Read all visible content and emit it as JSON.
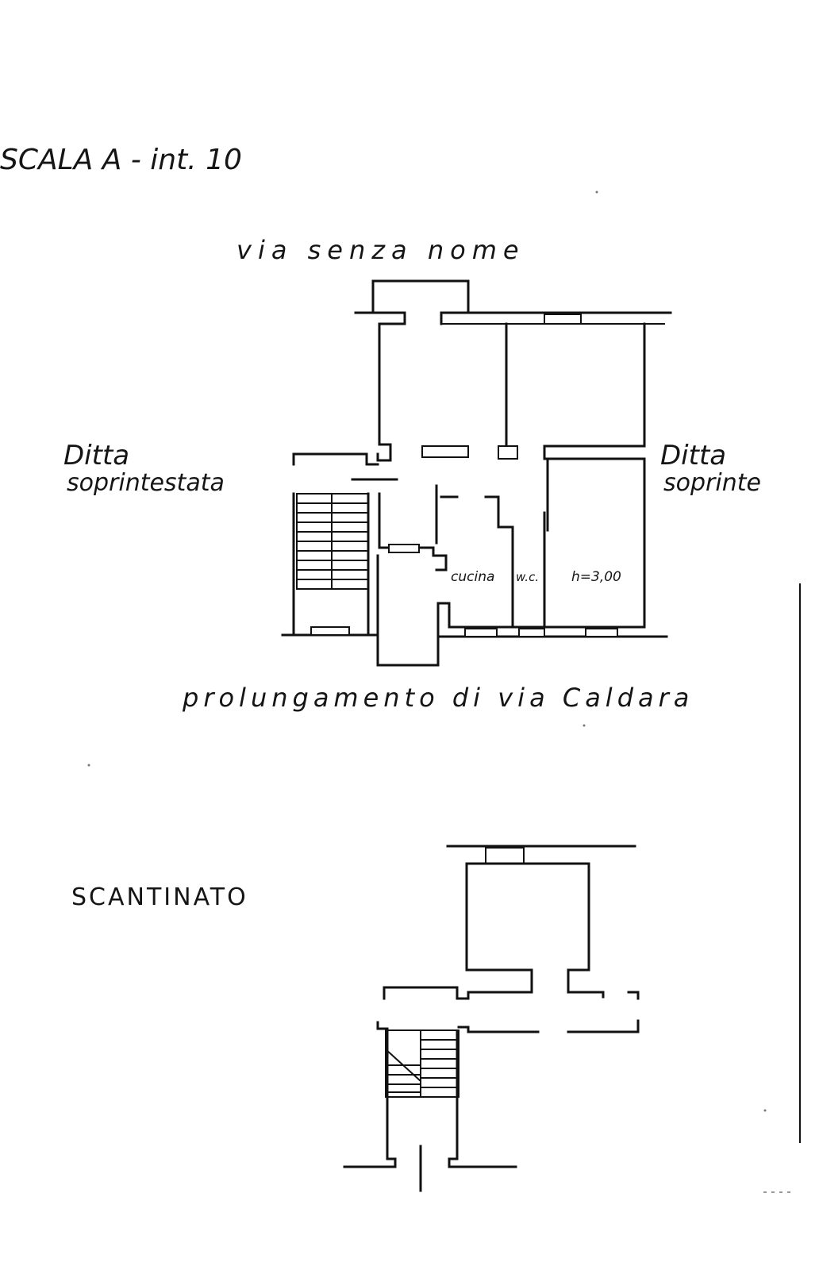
{
  "title": "SCALA A - int. 10",
  "streets": {
    "top": "via senza nome",
    "bottom": "prolungamento di via Caldara"
  },
  "neighbors": {
    "left": {
      "line1": "Ditta",
      "line2": "soprintestata"
    },
    "right": {
      "line1": "Ditta",
      "line2": "soprinte"
    }
  },
  "rooms": {
    "kitchen": "cucina",
    "wc": "w.c.",
    "height": "h=3,00"
  },
  "basement": {
    "label": "SCANTINATO"
  },
  "colors": {
    "ink": "#111111",
    "paper": "#ffffff"
  }
}
